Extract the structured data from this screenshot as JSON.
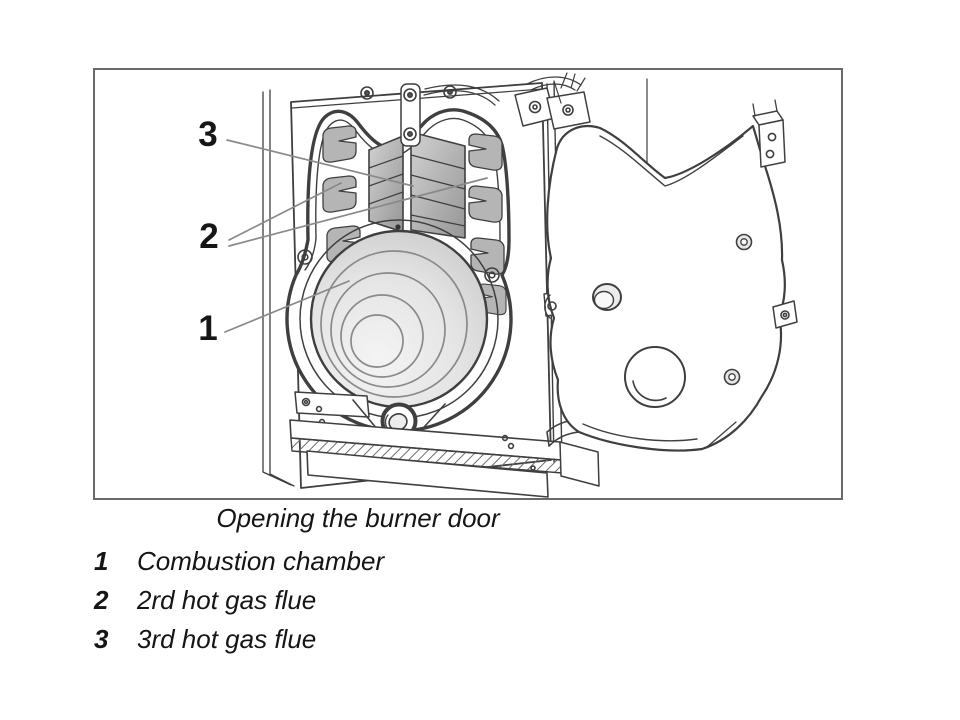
{
  "figure": {
    "caption": "Opening the burner door",
    "callouts": [
      {
        "num": "3"
      },
      {
        "num": "2"
      },
      {
        "num": "1"
      }
    ],
    "legend": [
      {
        "num": "1",
        "label": "Combustion chamber"
      },
      {
        "num": "2",
        "label": "2rd hot gas flue"
      },
      {
        "num": "3",
        "label": "3rd hot gas flue"
      }
    ],
    "colors": {
      "ink": "#3f3f3f",
      "frame_border": "#6a6a6a",
      "metal_gray": "#b5b5b5",
      "chamber_light": "#f4f4f4",
      "chamber_dark": "#c9c9c9",
      "leader_line": "#8a8a8a",
      "text": "#111111"
    }
  }
}
